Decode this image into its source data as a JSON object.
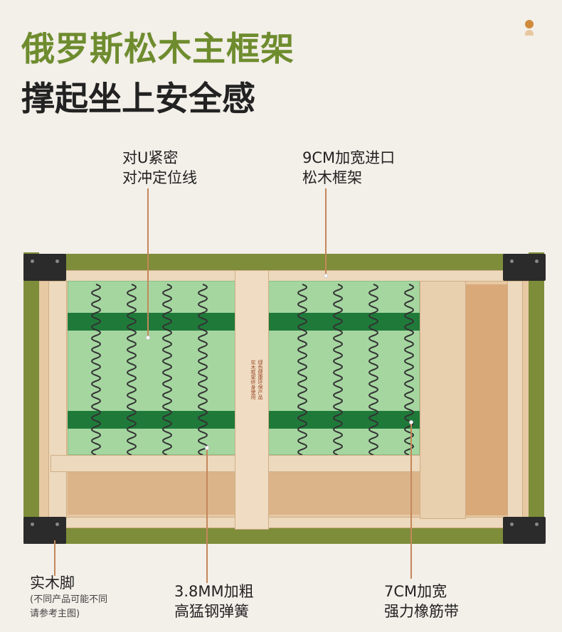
{
  "header": {
    "title": "俄罗斯松木主框架",
    "subtitle": "撑起坐上安全感"
  },
  "callouts": [
    {
      "line1": "对U紧密",
      "line2": "对冲定位线"
    },
    {
      "line1": "9CM加宽进口",
      "line2": "松木框架"
    },
    {
      "line1": "实木脚",
      "line2": "(不同产品可能不同",
      "line3": "请参考主图)"
    },
    {
      "line1": "3.8MM加粗",
      "line2": "高猛钢弹簧"
    },
    {
      "line1": "7CM加宽",
      "line2": "强力橡筋带"
    }
  ],
  "stamp": {
    "line1": "绿色健康环保产品",
    "line2": "实木框架终身使用"
  },
  "colors": {
    "title": "#6e8c2e",
    "frame": "#7e8d3a",
    "mat": "#9fd19a",
    "strap": "#1f7a3a",
    "callout_line": "#c4875a"
  }
}
